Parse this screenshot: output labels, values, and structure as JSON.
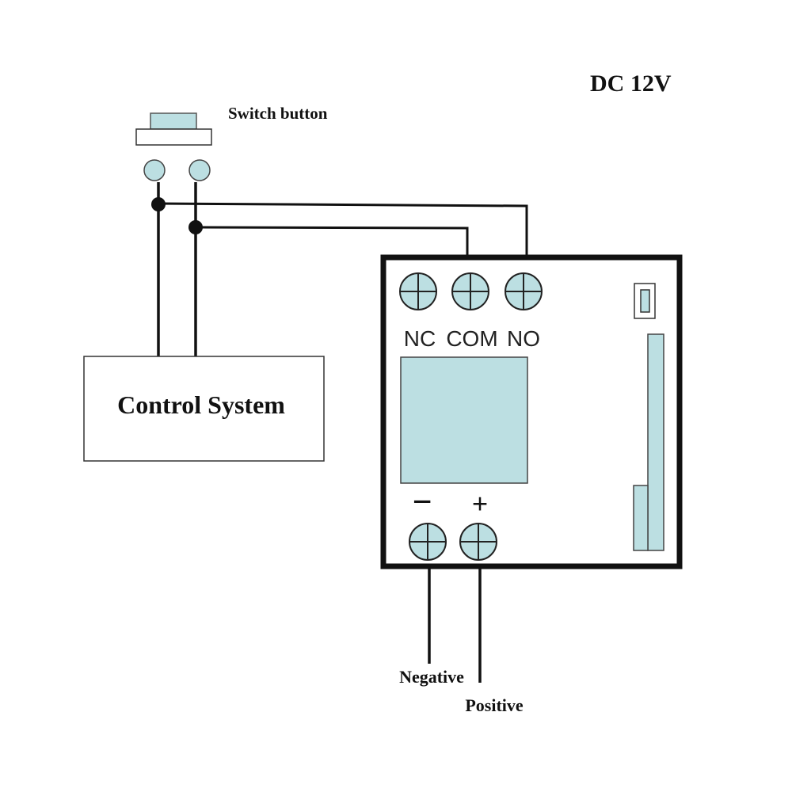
{
  "labels": {
    "power": "DC 12V",
    "switch": "Switch button",
    "control_system": "Control System",
    "nc": "NC",
    "com": "COM",
    "no": "NO",
    "minus": "−",
    "plus": "+",
    "negative": "Negative",
    "positive": "Positive"
  },
  "colors": {
    "component_fill": "#bcdfe2",
    "line": "#111111",
    "background": "#ffffff"
  }
}
